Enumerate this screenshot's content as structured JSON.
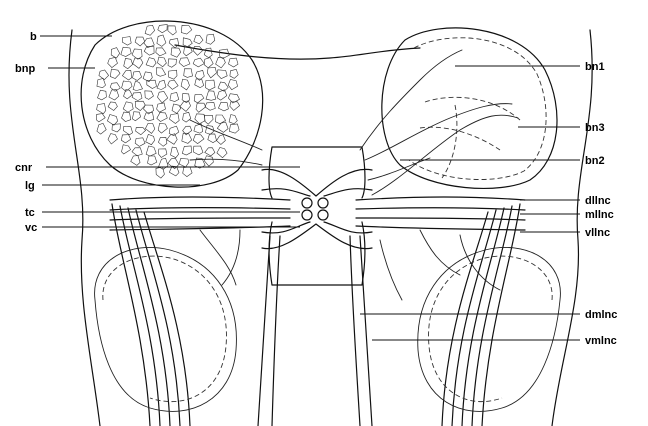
{
  "labels_left": {
    "b": "b",
    "bnp": "bnp",
    "cnr": "cnr",
    "lg": "lg",
    "tc": "tc",
    "vc": "vc"
  },
  "labels_right": {
    "bn1": "bn1",
    "bn3": "bn3",
    "bn2": "bn2",
    "dllnc": "dllnc",
    "mllnc": "mllnc",
    "vllnc": "vllnc",
    "dmlnc": "dmlnc",
    "vmlnc": "vmlnc"
  }
}
